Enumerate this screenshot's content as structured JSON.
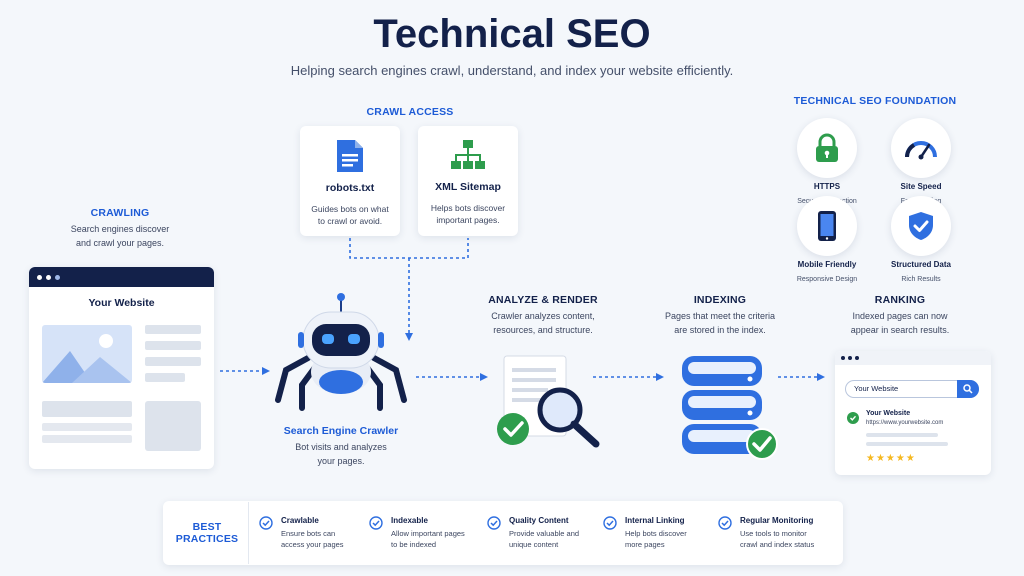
{
  "header": {
    "title": "Technical SEO",
    "subtitle": "Helping search engines crawl, understand, and index your website efficiently."
  },
  "crawling": {
    "label": "CRAWLING",
    "desc_line1": "Search engines discover",
    "desc_line2": "and crawl your pages.",
    "website_title": "Your Website"
  },
  "crawl_access": {
    "label": "CRAWL ACCESS",
    "cards": [
      {
        "title": "robots.txt",
        "desc_line1": "Guides bots on what",
        "desc_line2": "to crawl or avoid.",
        "icon": "document-icon"
      },
      {
        "title": "XML Sitemap",
        "desc_line1": "Helps bots discover",
        "desc_line2": "important pages.",
        "icon": "sitemap-icon"
      }
    ]
  },
  "crawler": {
    "title": "Search Engine Crawler",
    "desc_line1": "Bot visits and analyzes",
    "desc_line2": "your pages."
  },
  "analyze": {
    "label": "ANALYZE & RENDER",
    "desc_line1": "Crawler analyzes content,",
    "desc_line2": "resources, and structure."
  },
  "indexing": {
    "label": "INDEXING",
    "desc_line1": "Pages that meet the criteria",
    "desc_line2": "are stored in the index."
  },
  "ranking": {
    "label": "RANKING",
    "desc_line1": "Indexed pages can now",
    "desc_line2": "appear in search results.",
    "search_placeholder": "Your Website",
    "result_title": "Your Website",
    "result_url": "https://www.yourwebsite.com",
    "stars": "★★★★★"
  },
  "foundation": {
    "label": "TECHNICAL SEO FOUNDATION",
    "items": [
      {
        "title": "HTTPS",
        "sub": "Secure Connection",
        "icon": "lock-icon"
      },
      {
        "title": "Site Speed",
        "sub": "Fast Loading",
        "icon": "speedometer-icon"
      },
      {
        "title": "Mobile Friendly",
        "sub": "Responsive Design",
        "icon": "smartphone-icon"
      },
      {
        "title": "Structured Data",
        "sub": "Rich Results",
        "icon": "shield-icon"
      }
    ]
  },
  "best_practices": {
    "label_line1": "BEST",
    "label_line2": "PRACTICES",
    "items": [
      {
        "title": "Crawlable",
        "desc_line1": "Ensure bots can",
        "desc_line2": "access your pages"
      },
      {
        "title": "Indexable",
        "desc_line1": "Allow important pages",
        "desc_line2": "to be indexed"
      },
      {
        "title": "Quality Content",
        "desc_line1": "Provide valuable and",
        "desc_line2": "unique content"
      },
      {
        "title": "Internal Linking",
        "desc_line1": "Help bots discover",
        "desc_line2": "more pages"
      },
      {
        "title": "Regular Monitoring",
        "desc_line1": "Use tools to monitor",
        "desc_line2": "crawl and index status"
      }
    ]
  },
  "colors": {
    "accent": "#2f6fe0",
    "navy": "#13214a",
    "green": "#2e9d4d",
    "background": "#f4f7fb"
  }
}
